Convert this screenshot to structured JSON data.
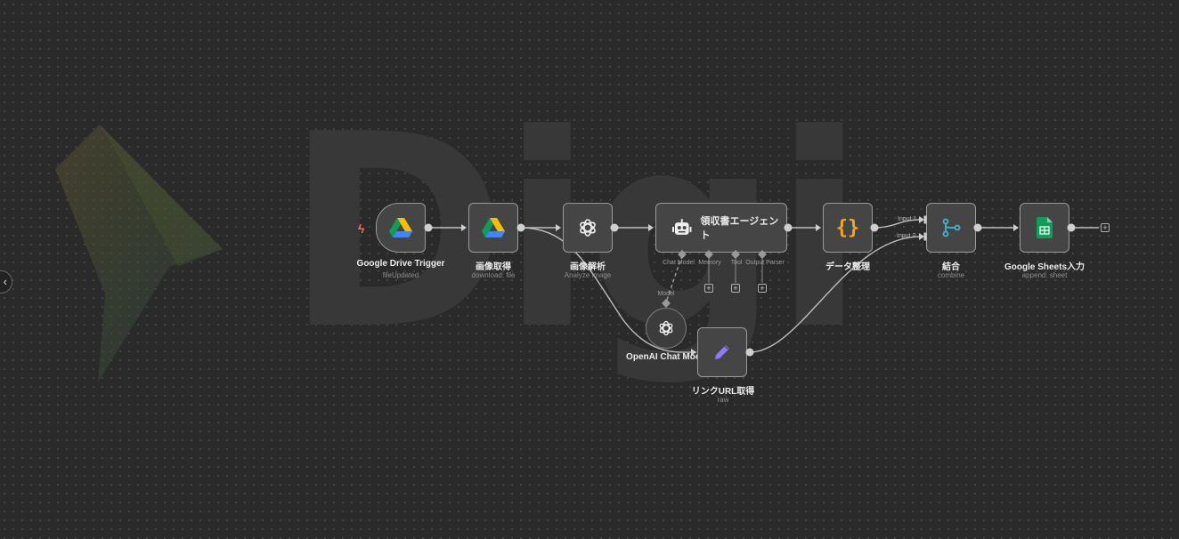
{
  "watermark": {
    "text": "Digi"
  },
  "nodes": {
    "drive_trigger": {
      "title": "Google Drive Trigger",
      "subtitle": "fileUpdated",
      "icon": "google-drive-icon"
    },
    "image_get": {
      "title": "画像取得",
      "subtitle": "download: file",
      "icon": "google-drive-icon"
    },
    "image_analyze": {
      "title": "画像解析",
      "subtitle": "Analyze image",
      "icon": "openai-icon"
    },
    "agent": {
      "title": "領収書エージェント",
      "icon": "robot-icon",
      "ports": {
        "chat_model": "Chat Model",
        "memory": "Memory",
        "tool": "Tool",
        "output_parser": "Output Parser"
      }
    },
    "data_format": {
      "title": "データ整理",
      "icon": "code-braces-icon"
    },
    "merge": {
      "title": "結合",
      "subtitle": "combine",
      "icon": "merge-icon",
      "input1": "Input 1",
      "input2": "Input 2"
    },
    "sheets": {
      "title": "Google Sheets入力",
      "subtitle": "append: sheet",
      "icon": "google-sheets-icon"
    },
    "openai_chat": {
      "title": "OpenAI Chat Mod",
      "port": "Model",
      "icon": "openai-icon"
    },
    "link_url": {
      "title": "リンクURL取得",
      "subtitle": "raw",
      "icon": "pencil-icon"
    }
  },
  "colors": {
    "canvas": "#2a2a2a",
    "node": "#454545",
    "border": "#9a9a9a",
    "trigger_bolt": "#ff6b4a"
  }
}
